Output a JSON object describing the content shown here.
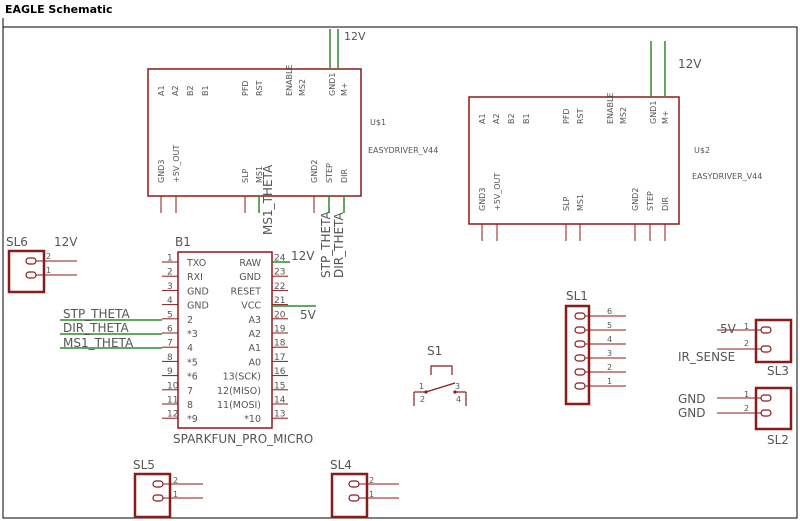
{
  "page": {
    "title": "EAGLE Schematic"
  },
  "colors": {
    "body": "#8b1a1a",
    "net": "#2e8b2e",
    "pin": "#8b1a1a",
    "text": "#555555",
    "frame": "#000000"
  },
  "u1": {
    "name": "U$1",
    "value": "EASYDRIVER_V44",
    "top_pins": [
      "A1",
      "A2",
      "B2",
      "B1",
      "PFD",
      "RST",
      "ENABLE",
      "MS2",
      "GND1",
      "M+"
    ],
    "bottom_pins": [
      "GND3",
      "+5V_OUT",
      "SLP",
      "MS1",
      "GND2",
      "STEP",
      "DIR"
    ],
    "net_top": "12V",
    "net_ms1": "MS1_THETA",
    "net_step": "STP_THETA",
    "net_dir": "DIR_THETA"
  },
  "u2": {
    "name": "U$2",
    "value": "EASYDRIVER_V44",
    "top_pins": [
      "A1",
      "A2",
      "B2",
      "B1",
      "PFD",
      "RST",
      "ENABLE",
      "MS2",
      "GND1",
      "M+"
    ],
    "bottom_pins": [
      "GND3",
      "+5V_OUT",
      "SLP",
      "MS1",
      "GND2",
      "STEP",
      "DIR"
    ],
    "net_top": "12V"
  },
  "b1": {
    "name": "B1",
    "value": "SPARKFUN_PRO_MICRO",
    "left_nums": [
      "1",
      "2",
      "3",
      "4",
      "5",
      "6",
      "7",
      "8",
      "9",
      "10",
      "11",
      "12"
    ],
    "left_labels": [
      "TXO",
      "RXI",
      "GND",
      "GND",
      "2",
      "*3",
      "4",
      "*5",
      "*6",
      "7",
      "8",
      "*9"
    ],
    "right_nums": [
      "24",
      "23",
      "22",
      "21",
      "20",
      "19",
      "18",
      "17",
      "16",
      "15",
      "14",
      "13"
    ],
    "right_labels": [
      "RAW",
      "GND",
      "RESET",
      "VCC",
      "A3",
      "A2",
      "A1",
      "A0",
      "13(SCK)",
      "12(MISO)",
      "11(MOSI)",
      "*10"
    ],
    "net_raw": "12V",
    "net_vcc": "5V",
    "net_pin5": "STP_THETA",
    "net_pin6": "DIR_THETA",
    "net_pin7": "MS1_THETA"
  },
  "sl6": {
    "name": "SL6",
    "pins": [
      "2",
      "1"
    ],
    "net": "12V"
  },
  "sl1": {
    "name": "SL1",
    "pins": [
      "6",
      "5",
      "4",
      "3",
      "2",
      "1"
    ]
  },
  "sl3": {
    "name": "SL3",
    "pins": [
      "1",
      "2"
    ],
    "net_1": "5V",
    "net_2": "IR_SENSE"
  },
  "sl2": {
    "name": "SL2",
    "pins": [
      "1",
      "2"
    ],
    "net_1": "GND",
    "net_2": "GND"
  },
  "sl5": {
    "name": "SL5",
    "pins": [
      "2",
      "1"
    ]
  },
  "sl4": {
    "name": "SL4",
    "pins": [
      "2",
      "1"
    ]
  },
  "s1": {
    "name": "S1",
    "pins": [
      "1",
      "3",
      "2",
      "4"
    ]
  }
}
